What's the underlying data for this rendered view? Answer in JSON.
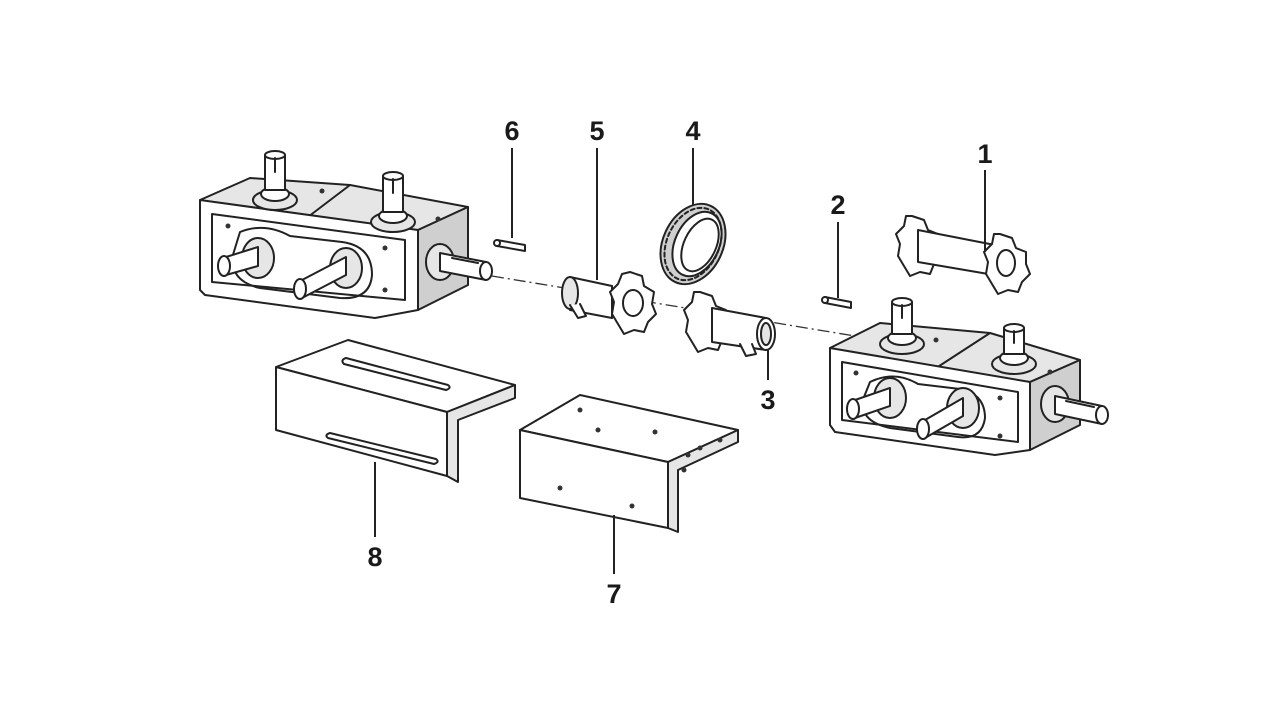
{
  "diagram": {
    "type": "exploded parts view",
    "labels": [
      {
        "id": "1",
        "text": "1"
      },
      {
        "id": "2",
        "text": "2"
      },
      {
        "id": "3",
        "text": "3"
      },
      {
        "id": "4",
        "text": "4"
      },
      {
        "id": "5",
        "text": "5"
      },
      {
        "id": "6",
        "text": "6"
      },
      {
        "id": "7",
        "text": "7"
      },
      {
        "id": "8",
        "text": "8"
      }
    ]
  }
}
